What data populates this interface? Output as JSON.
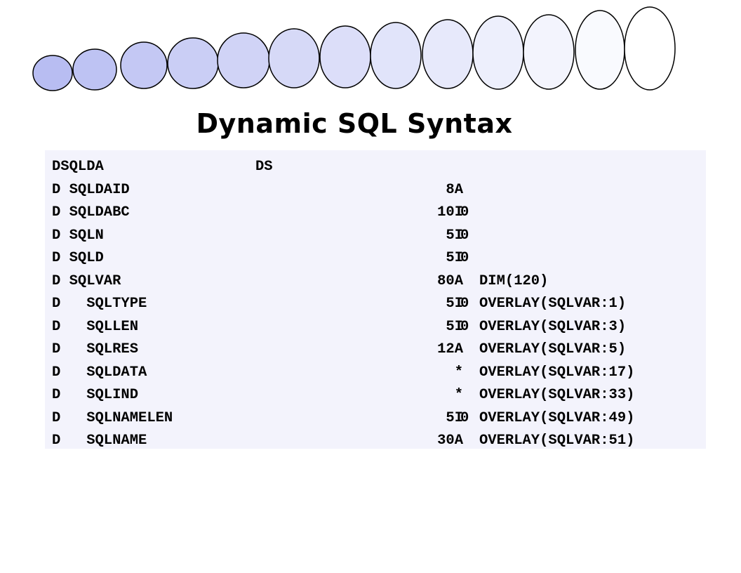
{
  "slide": {
    "title": "Dynamic SQL Syntax"
  },
  "colors": {
    "bubble_start": "#b8bdf2",
    "bubble_end": "#ffffff",
    "bubble_stroke": "#000000",
    "code_background": "#f3f3fc"
  },
  "code_lines": [
    {
      "name": "DSQLDA",
      "type": "DS",
      "length": "",
      "decimals": "",
      "keyword": ""
    },
    {
      "name": "D SQLDAID",
      "type": "",
      "length": "8A",
      "decimals": "",
      "keyword": ""
    },
    {
      "name": "D SQLDABC",
      "type": "",
      "length": "10I",
      "decimals": "0",
      "keyword": ""
    },
    {
      "name": "D SQLN",
      "type": "",
      "length": "5I",
      "decimals": "0",
      "keyword": ""
    },
    {
      "name": "D SQLD",
      "type": "",
      "length": "5I",
      "decimals": "0",
      "keyword": ""
    },
    {
      "name": "D SQLVAR",
      "type": "",
      "length": "80A",
      "decimals": "",
      "keyword": "DIM(120)"
    },
    {
      "name": "D   SQLTYPE",
      "type": "",
      "length": "5I",
      "decimals": "0",
      "keyword": "OVERLAY(SQLVAR:1)"
    },
    {
      "name": "D   SQLLEN",
      "type": "",
      "length": "5I",
      "decimals": "0",
      "keyword": "OVERLAY(SQLVAR:3)"
    },
    {
      "name": "D   SQLRES",
      "type": "",
      "length": "12A",
      "decimals": "",
      "keyword": "OVERLAY(SQLVAR:5)"
    },
    {
      "name": "D   SQLDATA",
      "type": "",
      "length": "*",
      "decimals": "",
      "keyword": "OVERLAY(SQLVAR:17)"
    },
    {
      "name": "D   SQLIND",
      "type": "",
      "length": "*",
      "decimals": "",
      "keyword": "OVERLAY(SQLVAR:33)"
    },
    {
      "name": "D   SQLNAMELEN",
      "type": "",
      "length": "5I",
      "decimals": "0",
      "keyword": "OVERLAY(SQLVAR:49)"
    },
    {
      "name": "D   SQLNAME",
      "type": "",
      "length": "30A",
      "decimals": "",
      "keyword": "OVERLAY(SQLVAR:51)"
    }
  ]
}
